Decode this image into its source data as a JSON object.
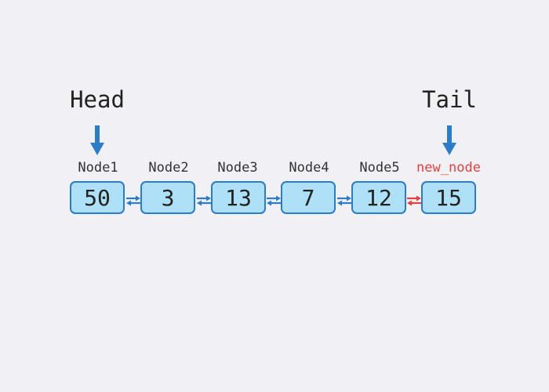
{
  "pointers": {
    "head": "Head",
    "tail": "Tail"
  },
  "nodes": [
    {
      "label": "Node1",
      "value": "50",
      "is_new": false
    },
    {
      "label": "Node2",
      "value": "3",
      "is_new": false
    },
    {
      "label": "Node3",
      "value": "13",
      "is_new": false
    },
    {
      "label": "Node4",
      "value": "7",
      "is_new": false
    },
    {
      "label": "Node5",
      "value": "12",
      "is_new": false
    },
    {
      "label": "new_node",
      "value": "15",
      "is_new": true
    }
  ],
  "colors": {
    "node_fill": "#aee1f7",
    "node_border": "#2b7cc9",
    "link": "#2b7cc9",
    "new_link": "#e8413d",
    "new_label": "#e8413d",
    "background": "#f0f0f5"
  }
}
